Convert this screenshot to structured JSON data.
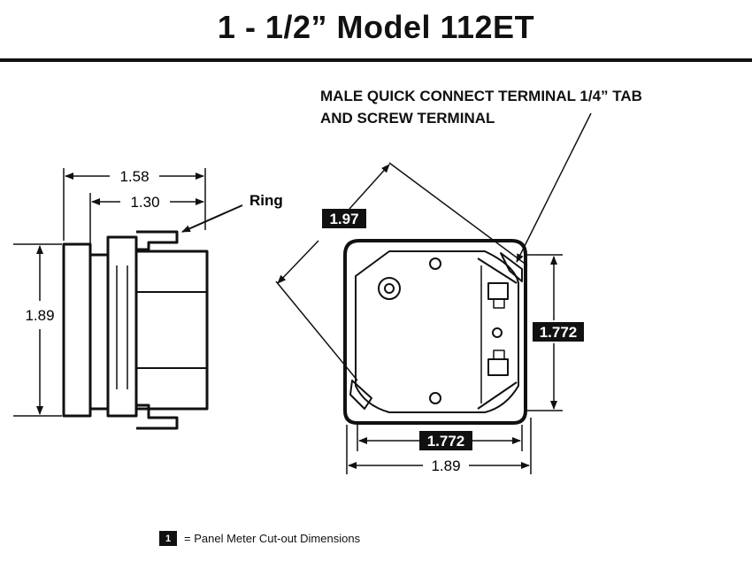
{
  "title": "1 - 1/2” Model 112ET",
  "callout": {
    "line1": "MALE QUICK CONNECT TERMINAL 1/4” TAB",
    "line2": "AND SCREW TERMINAL"
  },
  "side_view": {
    "overall_width": "1.58",
    "inner_width": "1.30",
    "height": "1.89",
    "ring_label": "Ring"
  },
  "front_view": {
    "diagonal": "1.97",
    "height_cutout": "1.772",
    "width_cutout": "1.772",
    "width_overall": "1.89"
  },
  "legend": {
    "key": "1",
    "text": "= Panel Meter Cut-out Dimensions"
  }
}
